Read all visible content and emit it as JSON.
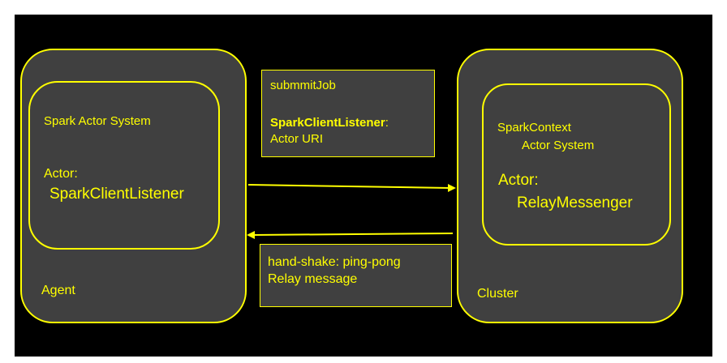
{
  "colors": {
    "background": "#000000",
    "box_fill": "#404040",
    "accent": "#ffff00",
    "page": "#ffffff"
  },
  "agent": {
    "label": "Agent",
    "inner": {
      "title": "Spark Actor System",
      "actor_label": "Actor:",
      "actor_name": "SparkClientListener"
    }
  },
  "cluster": {
    "label": "Cluster",
    "inner": {
      "title_line1": "SparkContext",
      "title_line2": "Actor System",
      "actor_label": "Actor:",
      "actor_name": "RelayMessenger"
    }
  },
  "top_note": {
    "line1": "submmitJob",
    "line2_bold": "SparkClientListener",
    "line2_rest": ":",
    "line3": "Actor URI"
  },
  "bottom_note": {
    "line1": "hand-shake: ping-pong",
    "line2": "Relay message"
  }
}
